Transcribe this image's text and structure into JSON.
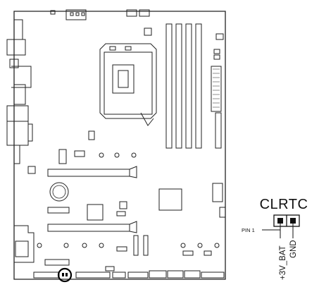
{
  "header": {
    "title": "CLRTC"
  },
  "connector": {
    "pin1_label": "PIN 1",
    "pins": [
      "+3V_BAT",
      "GND"
    ]
  },
  "colors": {
    "line": "#222222",
    "pin": "#111111",
    "background": "#ffffff"
  }
}
